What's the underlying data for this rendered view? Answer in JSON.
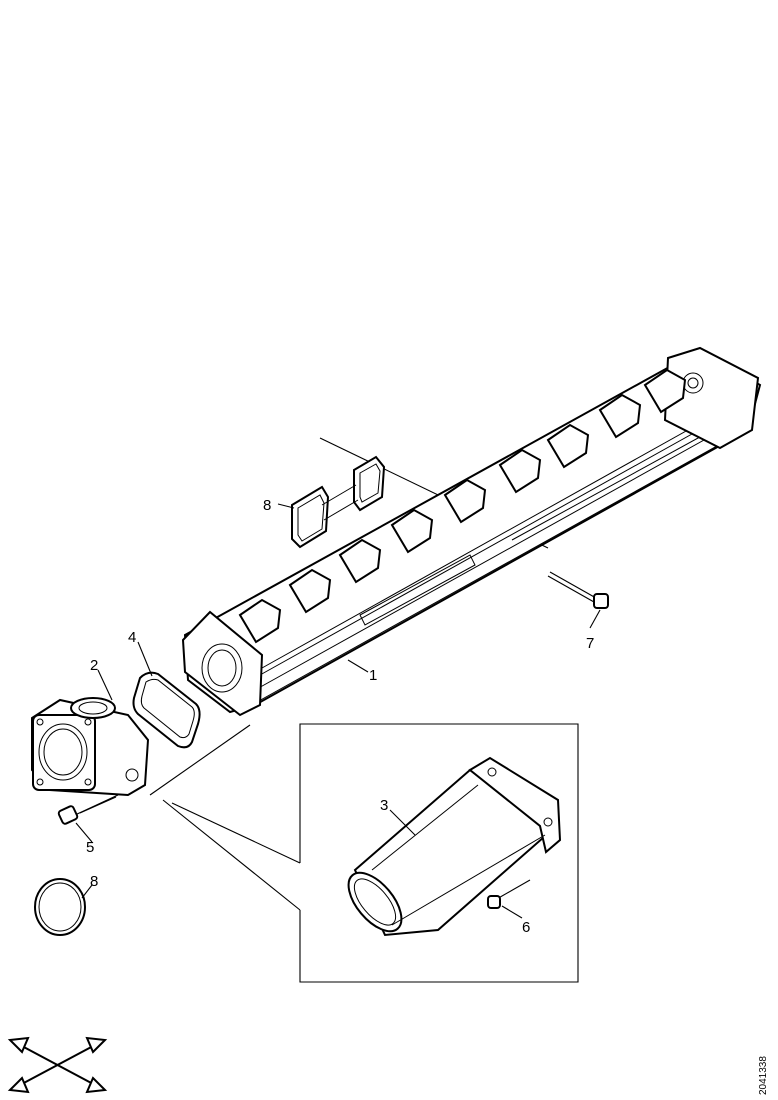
{
  "callouts": [
    {
      "id": "1",
      "label": "1"
    },
    {
      "id": "2",
      "label": "2"
    },
    {
      "id": "3",
      "label": "3"
    },
    {
      "id": "4",
      "label": "4"
    },
    {
      "id": "5",
      "label": "5"
    },
    {
      "id": "6",
      "label": "6"
    },
    {
      "id": "7",
      "label": "7"
    },
    {
      "id": "8a",
      "label": "8"
    },
    {
      "id": "8b",
      "label": "8"
    }
  ],
  "document_id": "2041338"
}
